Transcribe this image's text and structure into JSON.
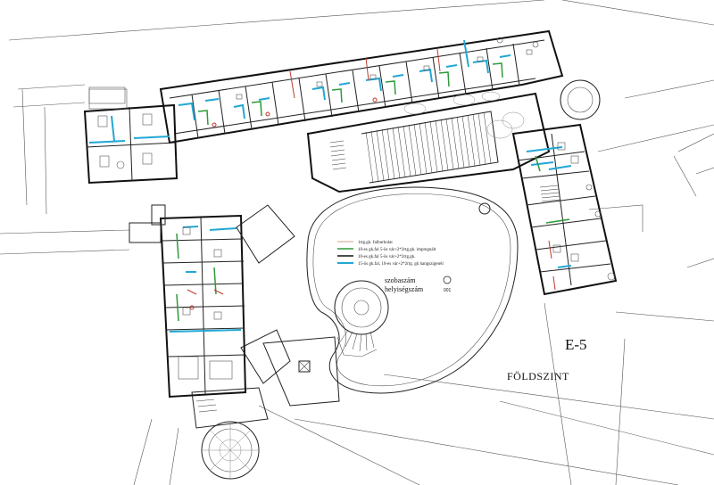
{
  "sheet": {
    "id": "E-5",
    "title": "FÖLDSZINT"
  },
  "legend": {
    "items": [
      {
        "label": "1rtg.gk. falburkolat",
        "color": "#d0a080"
      },
      {
        "label": "10-es gk.fal 5-ös vár+2*2rtg.gk. impregnált",
        "color": "#2e9a3a"
      },
      {
        "label": "10-es gk.fal 5-ös vár+2*2rtg.gk.",
        "color": "#111111"
      },
      {
        "label": "15-ös gk.fal, 10-es vár+2*2rtg. gk hangszigetelt",
        "color": "#22a7d4"
      }
    ],
    "room_number_label": "szobaszám",
    "room_number_symbol": "①",
    "space_number_label": "helyiségszám",
    "space_number_symbol": "001"
  },
  "colors": {
    "wall": "#222222",
    "impregnated": "#2e9a3a",
    "acoustic": "#22a7d4",
    "cladding": "#d0a080",
    "fixture_red": "#c0392b"
  }
}
